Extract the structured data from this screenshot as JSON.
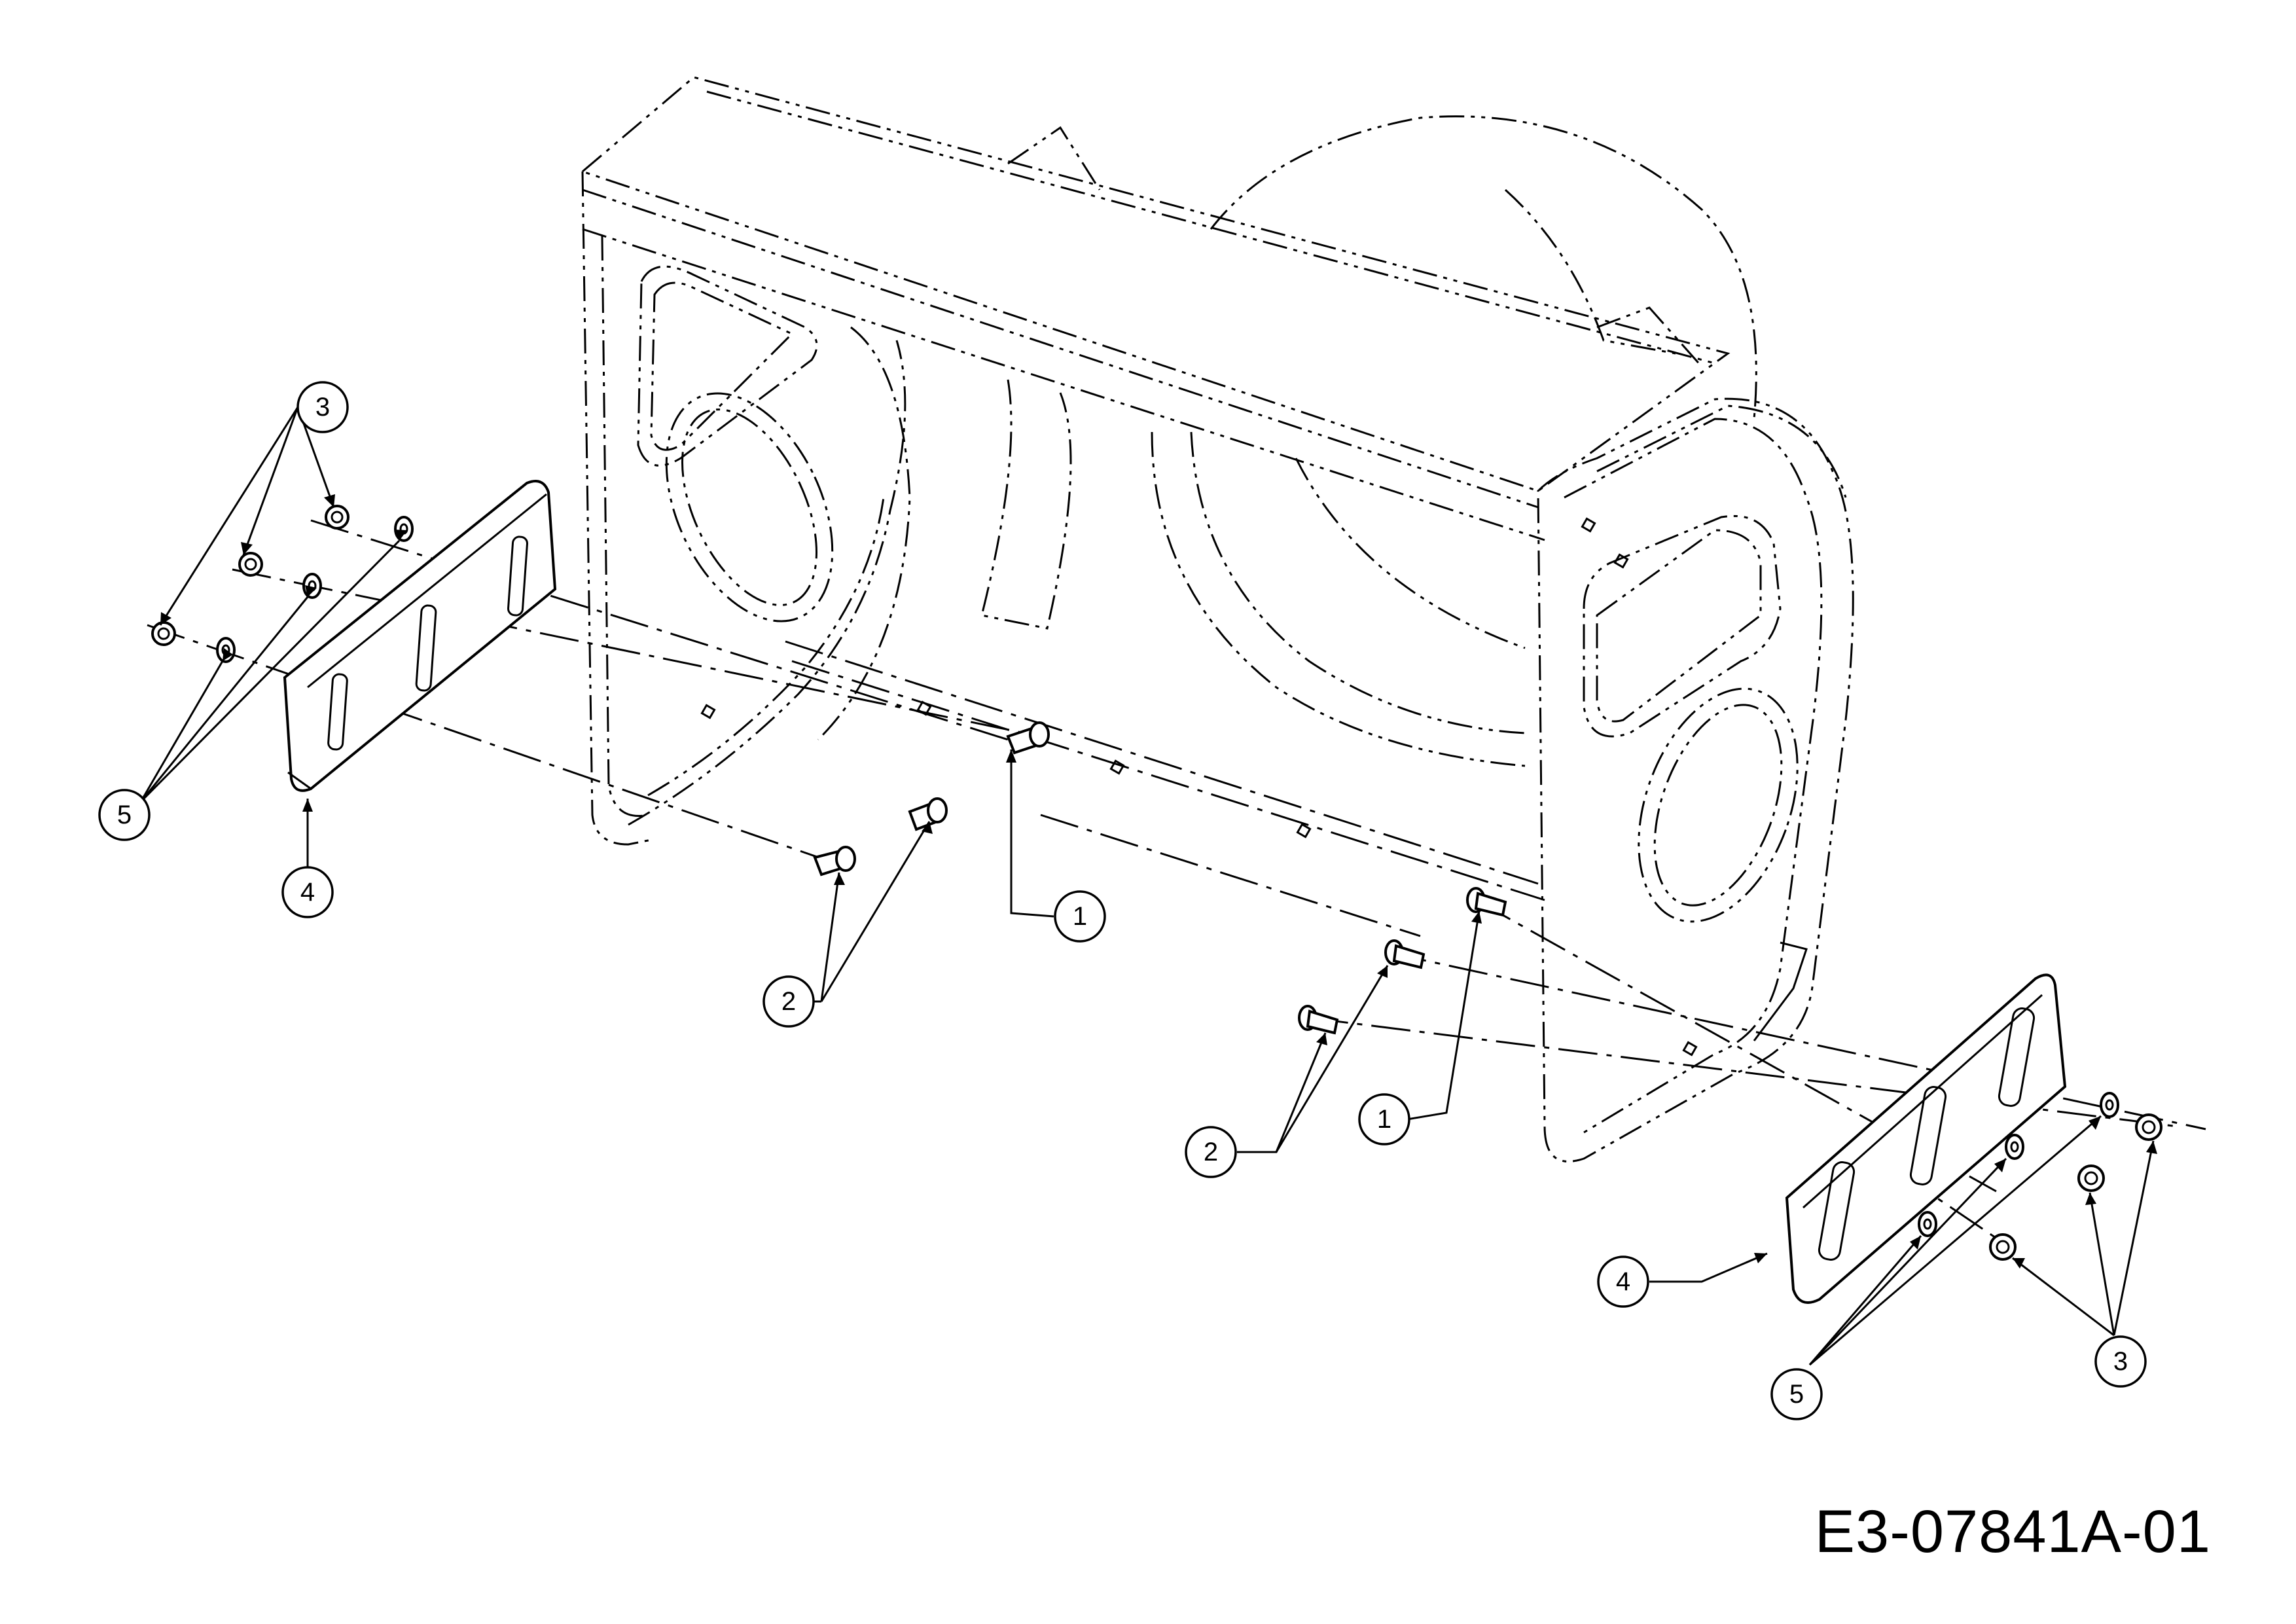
{
  "drawing_code": "E3-07841A-01",
  "callouts": {
    "c1a": "1",
    "c1b": "1",
    "c2a": "2",
    "c2b": "2",
    "c3a": "3",
    "c3b": "3",
    "c4a": "4",
    "c4b": "4",
    "c5a": "5",
    "c5b": "5"
  }
}
